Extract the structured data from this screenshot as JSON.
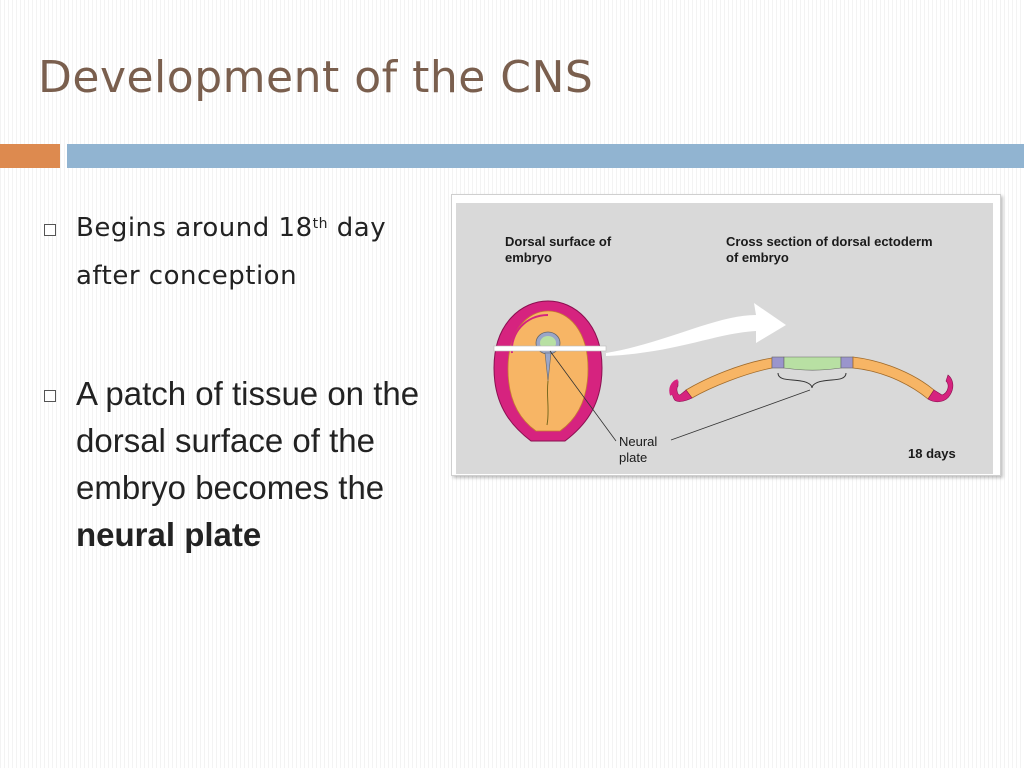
{
  "slide": {
    "title": "Development of the CNS"
  },
  "bullets": [
    {
      "text": "Begins around 18",
      "superscript": "th",
      "text_after": " day after conception"
    },
    {
      "text": "A patch of tissue on the dorsal surface of the embryo becomes the ",
      "bold_text": "neural plate"
    }
  ],
  "figure": {
    "dorsal_label": "Dorsal surface of embryo",
    "cross_label": "Cross section of dorsal ectoderm of embryo",
    "neural_label": "Neural plate",
    "days_label": "18 days",
    "colors": {
      "ectoderm": "#f7b565",
      "outer_layer": "#d6237f",
      "neural_plate": "#b8e0a3",
      "border_cells": "#9a95cc",
      "background": "#d9d9d9"
    }
  },
  "theme": {
    "title_color": "#7a5f4e",
    "accent_orange": "#dd8a4f",
    "accent_blue": "#91b4d1"
  }
}
